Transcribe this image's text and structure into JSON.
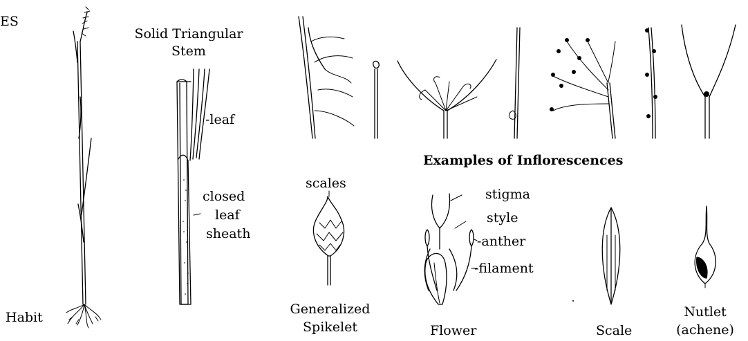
{
  "labels": {
    "es": "ES",
    "habit": "Habit",
    "stem_title_line1": "Solid Triangular",
    "stem_title_line2": "Stem",
    "leaf": "-leaf",
    "closed": "closed",
    "leaf2": "leaf",
    "sheath": "sheath",
    "inflorescences": "Examples of Inflorescences",
    "scales": "scales",
    "spikelet_line1": "Generalized",
    "spikelet_line2": "Spikelet",
    "stigma": "stigma",
    "style": "style",
    "anther": "-anther",
    "filament": "-filament",
    "flower": "Flower",
    "scale": "Scale",
    "nutlet_line1": "Nutlet",
    "nutlet_line2": "(achene)"
  }
}
